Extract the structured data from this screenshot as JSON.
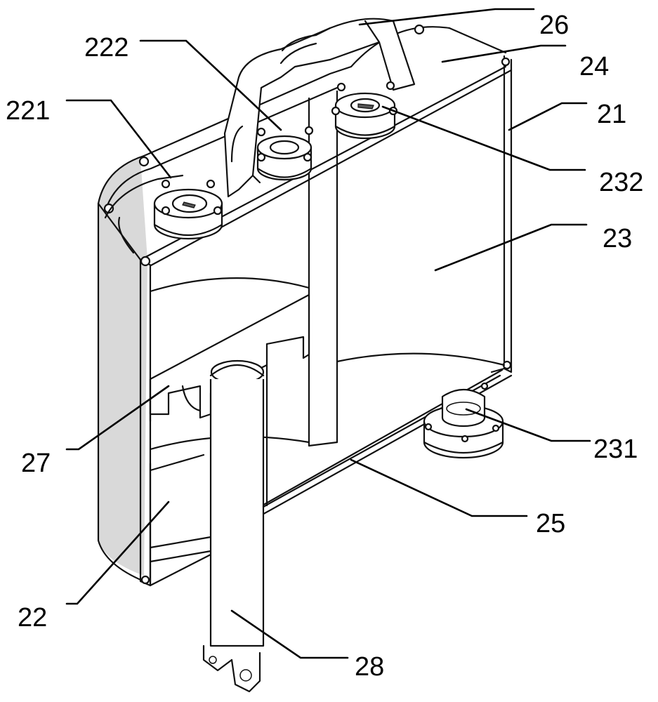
{
  "figure": {
    "labels": {
      "l26": "26",
      "l24": "24",
      "l222": "222",
      "l221": "221",
      "l21": "21",
      "l232": "232",
      "l23": "23",
      "l27": "27",
      "l231": "231",
      "l25": "25",
      "l22": "22",
      "l28": "28"
    },
    "colors": {
      "line": "#111111",
      "background": "#ffffff",
      "shade": "#d9d9d9"
    }
  }
}
